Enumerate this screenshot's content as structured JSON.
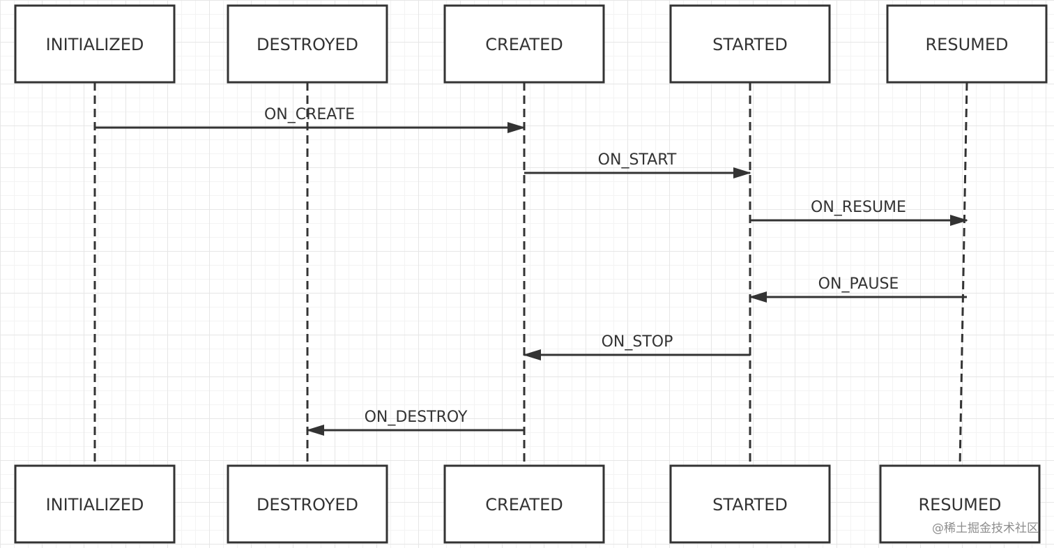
{
  "lifelines": [
    {
      "id": "initialized",
      "label": "INITIALIZED"
    },
    {
      "id": "destroyed",
      "label": "DESTROYED"
    },
    {
      "id": "created",
      "label": "CREATED"
    },
    {
      "id": "started",
      "label": "STARTED"
    },
    {
      "id": "resumed",
      "label": "RESUMED"
    }
  ],
  "messages": [
    {
      "label": "ON_CREATE",
      "from": "initialized",
      "to": "created"
    },
    {
      "label": "ON_START",
      "from": "created",
      "to": "started"
    },
    {
      "label": "ON_RESUME",
      "from": "started",
      "to": "resumed"
    },
    {
      "label": "ON_PAUSE",
      "from": "resumed",
      "to": "started"
    },
    {
      "label": "ON_STOP",
      "from": "started",
      "to": "created"
    },
    {
      "label": "ON_DESTROY",
      "from": "created",
      "to": "destroyed"
    }
  ],
  "watermark": "@稀土掘金技术社区",
  "colors": {
    "line": "#333333",
    "box_fill": "#ffffff",
    "grid": "#e6e6e6"
  }
}
